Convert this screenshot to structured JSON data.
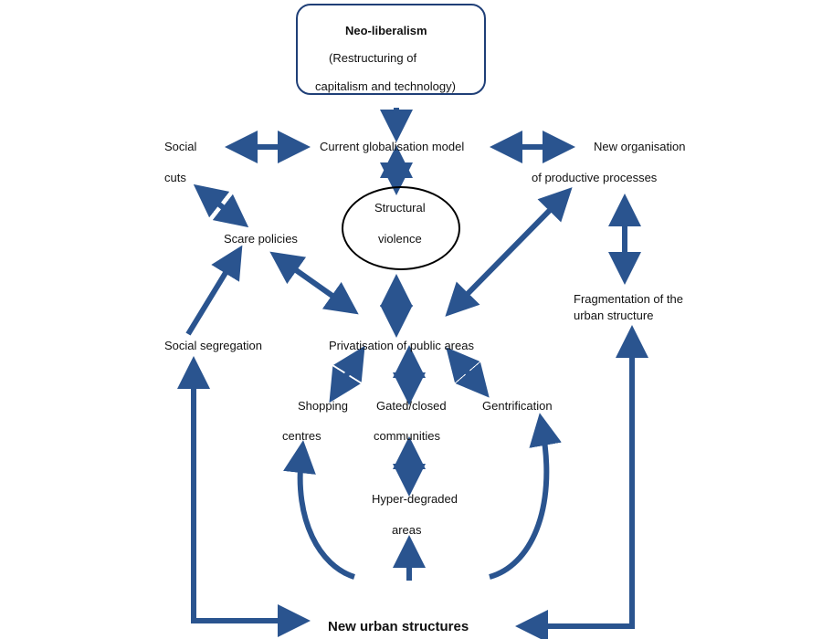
{
  "title_node": {
    "line1": "Neo-liberalism",
    "line2": "(Restructuring of",
    "line3": "capitalism and technology)"
  },
  "nodes": {
    "social_cuts_1": "Social",
    "social_cuts_2": "cuts",
    "globalisation": "Current globalisation model",
    "new_org_1": "New organisation",
    "new_org_2": "of productive processes",
    "structural_1": "Structural",
    "structural_2": "violence",
    "scare_policies": "Scare policies",
    "fragmentation_1": "Fragmentation of the",
    "fragmentation_2": "urban structure",
    "social_segregation": "Social segregation",
    "privatisation": "Privatisation of public areas",
    "shopping_1": "Shopping",
    "shopping_2": "centres",
    "gated_1": "Gated/closed",
    "gated_2": "communities",
    "gentrification": "Gentrification",
    "hyper_1": "Hyper-degraded",
    "hyper_2": "areas",
    "new_urban": "New urban structures"
  },
  "colors": {
    "arrow_fill": "#3a66a8",
    "arrow_outline": "#1f3f77",
    "title_border": "#1f3f77",
    "ellipse_border": "#000000",
    "text": "#111111"
  }
}
